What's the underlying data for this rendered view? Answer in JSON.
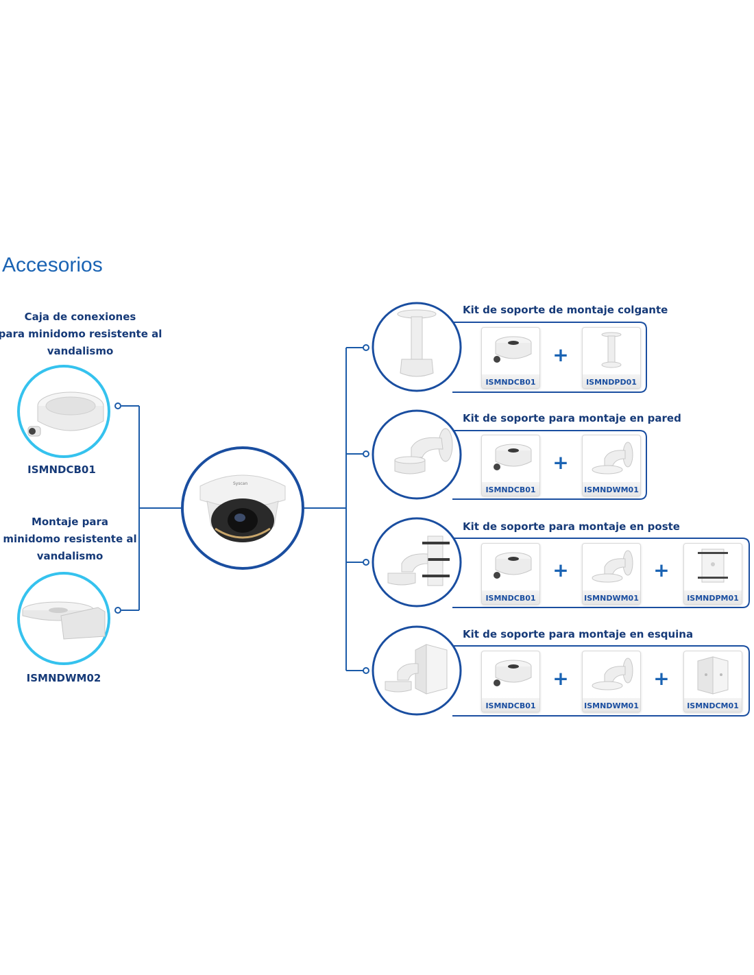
{
  "title": "Accesorios",
  "left_items": [
    {
      "caption_lines": [
        "Caja de conexiones",
        "para minidomo resistente al",
        "vandalismo"
      ],
      "code": "ISMNDCB01",
      "icon": "junction-box-icon"
    },
    {
      "caption_lines": [
        "Montaje para",
        "minidomo resistente al",
        "vandalismo"
      ],
      "code": "ISMNDWM02",
      "icon": "wall-mount-icon"
    }
  ],
  "center": {
    "icon": "dome-camera-icon",
    "brand_text": "Syscan"
  },
  "kits": [
    {
      "title": "Kit de soporte de montaje colgante",
      "icon": "pendant-mount-icon",
      "parts": [
        {
          "code": "ISMNDCB01",
          "icon": "junction-box-icon"
        },
        {
          "code": "ISMNDPD01",
          "icon": "pendant-mount-icon"
        }
      ]
    },
    {
      "title": "Kit de soporte para montaje en pared",
      "icon": "wall-mount-icon",
      "parts": [
        {
          "code": "ISMNDCB01",
          "icon": "junction-box-icon"
        },
        {
          "code": "ISMNDWM01",
          "icon": "wall-mount-icon"
        }
      ]
    },
    {
      "title": "Kit de soporte para montaje en poste",
      "icon": "pole-mount-icon",
      "parts": [
        {
          "code": "ISMNDCB01",
          "icon": "junction-box-icon"
        },
        {
          "code": "ISMNDWM01",
          "icon": "wall-mount-icon"
        },
        {
          "code": "ISMNDPM01",
          "icon": "pole-adapter-icon"
        }
      ]
    },
    {
      "title": "Kit de soporte para montaje en esquina",
      "icon": "corner-mount-icon",
      "parts": [
        {
          "code": "ISMNDCB01",
          "icon": "junction-box-icon"
        },
        {
          "code": "ISMNDWM01",
          "icon": "wall-mount-icon"
        },
        {
          "code": "ISMNDCM01",
          "icon": "corner-adapter-icon"
        }
      ]
    }
  ],
  "plus_symbol": "+",
  "colors": {
    "title_blue": "#1a63b3",
    "navy": "#163a78",
    "line_blue": "#1a5aa8",
    "circle_cyan": "#35c2ee",
    "circle_navy": "#1a4ea0"
  }
}
